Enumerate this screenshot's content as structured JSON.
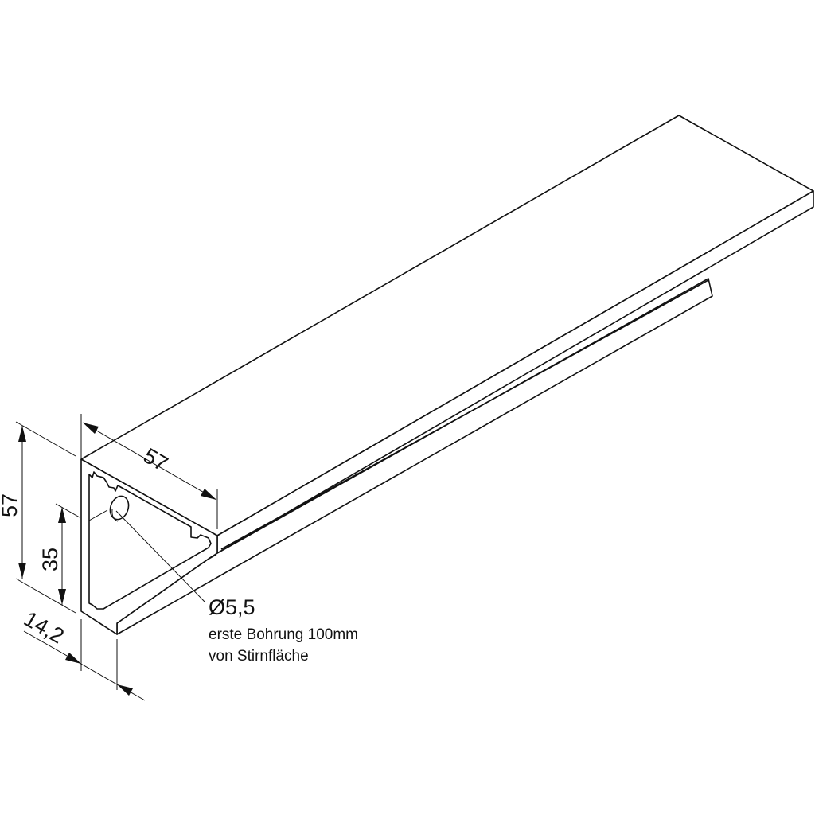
{
  "dimensions": {
    "width_top": "57",
    "height_total": "57",
    "height_inner": "35",
    "depth_lip": "14,2",
    "hole_diameter": "Ø5,5"
  },
  "note": {
    "line1": "erste Bohrung 100mm",
    "line2": "von Stirnfläche"
  }
}
